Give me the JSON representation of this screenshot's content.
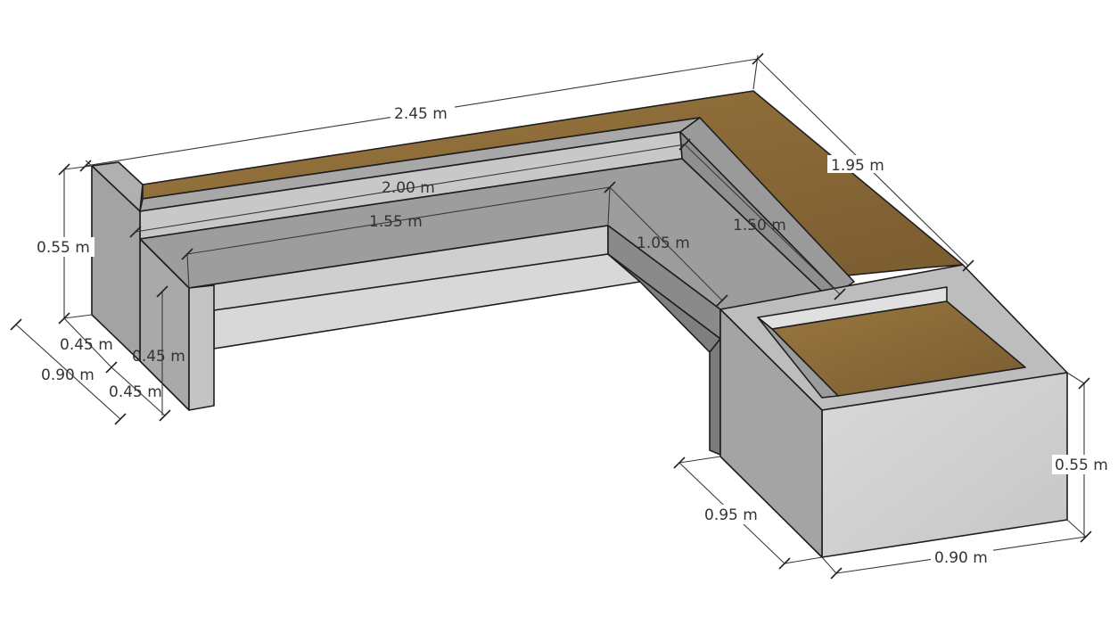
{
  "dimensions": {
    "overall_length": "2.45 m",
    "right_depth": "1.95 m",
    "planter_width": "2.00 m",
    "right_inner": "1.50 m",
    "seat_length": "1.55 m",
    "seat_return": "1.05 m",
    "left_height": "0.55 m",
    "left_depth_top": "0.45 m",
    "left_depth_total": "0.90 m",
    "left_depth_bottom": "0.45 m",
    "seat_height": "0.45 m",
    "box_depth": "0.95 m",
    "box_width": "0.90 m",
    "box_height": "0.55 m"
  },
  "colors": {
    "soil": "#8a6a3a",
    "concrete_top": "#9c9c9c",
    "concrete_light": "#d2d2d2",
    "concrete_mid": "#b4b4b4",
    "concrete_dark": "#8c8c8c"
  }
}
